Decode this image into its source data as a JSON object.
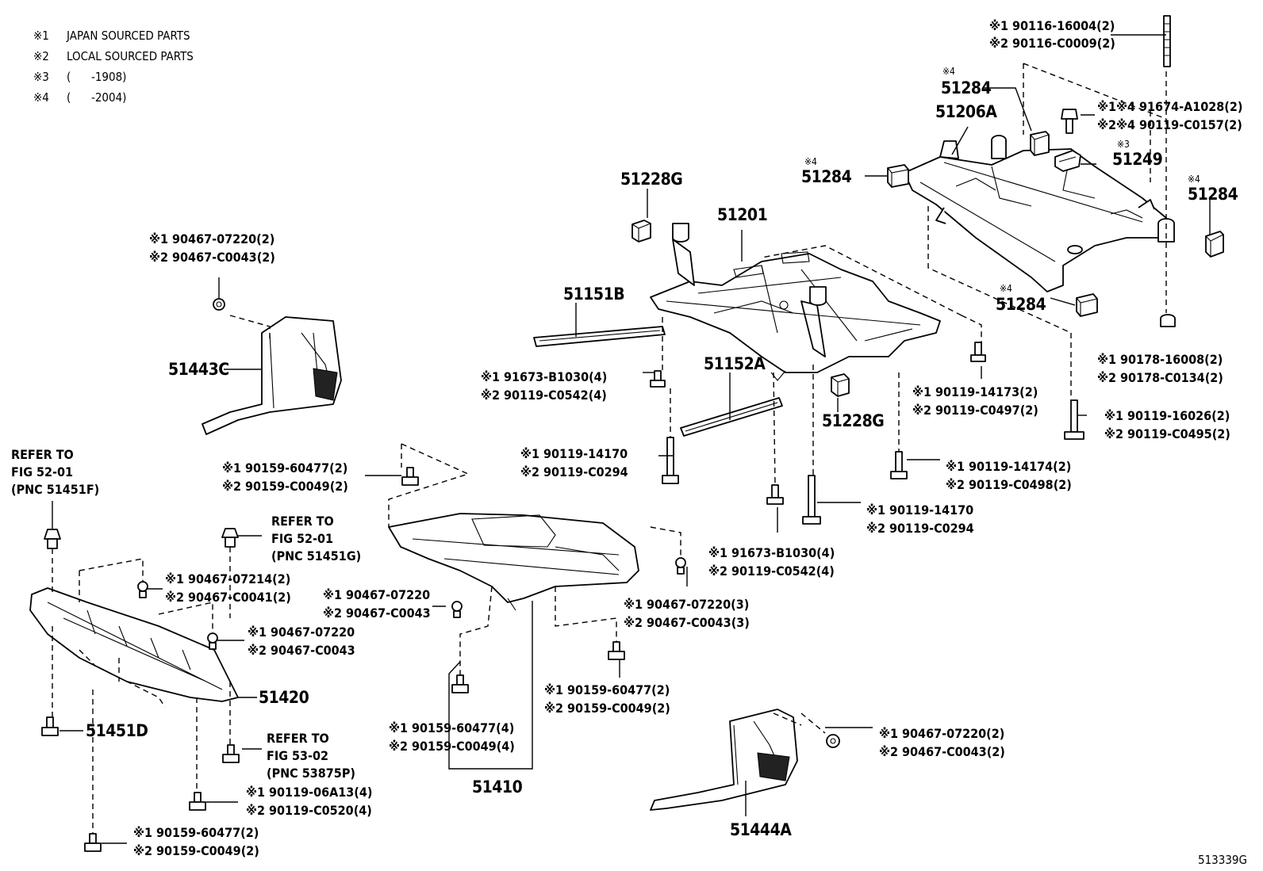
{
  "legend": [
    {
      "mark": "※1",
      "text": "JAPAN SOURCED PARTS"
    },
    {
      "mark": "※2",
      "text": "LOCAL SOURCED PARTS"
    },
    {
      "mark": "※3",
      "text": "(      -1908)"
    },
    {
      "mark": "※4",
      "text": "(      -2004)"
    }
  ],
  "diagram_id": "513339G",
  "pncs": {
    "p51201": "51201",
    "p51206A": "51206A",
    "p51228G_top": "51228G",
    "p51228G_bottom": "51228G",
    "p51151B": "51151B",
    "p51152A": "51152A",
    "p51443C": "51443C",
    "p51444A": "51444A",
    "p51410": "51410",
    "p51420": "51420",
    "p51451D": "51451D",
    "p51249": "51249",
    "p51284_a": "51284",
    "p51284_b": "51284",
    "p51284_c": "51284",
    "p51284_d": "51284"
  },
  "marks": {
    "m4": "※4",
    "m3": "※3"
  },
  "callouts": {
    "c_90116": [
      "※1 90116-16004(2)",
      "※2 90116-C0009(2)"
    ],
    "c_91674": [
      "※1※4 91674-A1028(2)",
      "※2※4 90119-C0157(2)"
    ],
    "c_90178": [
      "※1 90178-16008(2)",
      "※2 90178-C0134(2)"
    ],
    "c_90119_16026": [
      "※1 90119-16026(2)",
      "※2 90119-C0495(2)"
    ],
    "c_90119_14173": [
      "※1 90119-14173(2)",
      "※2 90119-C0497(2)"
    ],
    "c_90119_14174": [
      "※1 90119-14174(2)",
      "※2 90119-C0498(2)"
    ],
    "c_90119_14170_r": [
      "※1 90119-14170",
      "※2 90119-C0294"
    ],
    "c_90119_14170_l": [
      "※1 90119-14170",
      "※2 90119-C0294"
    ],
    "c_91673_a": [
      "※1 91673-B1030(4)",
      "※2 90119-C0542(4)"
    ],
    "c_91673_b": [
      "※1 91673-B1030(4)",
      "※2 90119-C0542(4)"
    ],
    "c_90467_07220_2a": [
      "※1 90467-07220(2)",
      "※2 90467-C0043(2)"
    ],
    "c_90159_60477_2a": [
      "※1 90159-60477(2)",
      "※2 90159-C0049(2)"
    ],
    "c_90467_07214": [
      "※1 90467-07214(2)",
      "※2 90467-C0041(2)"
    ],
    "c_90467_07220_mid": [
      "※1 90467-07220",
      "※2 90467-C0043"
    ],
    "c_90467_07220_left": [
      "※1 90467-07220",
      "※2 90467-C0043"
    ],
    "c_90467_07220_3": [
      "※1 90467-07220(3)",
      "※2 90467-C0043(3)"
    ],
    "c_90159_60477_2b": [
      "※1 90159-60477(2)",
      "※2 90159-C0049(2)"
    ],
    "c_90159_60477_4": [
      "※1 90159-60477(4)",
      "※2 90159-C0049(4)"
    ],
    "c_90119_06A13": [
      "※1 90119-06A13(4)",
      "※2 90119-C0520(4)"
    ],
    "c_90159_60477_2c": [
      "※1 90159-60477(2)",
      "※2 90159-C0049(2)"
    ],
    "c_90467_07220_2b": [
      "※1 90467-07220(2)",
      "※2 90467-C0043(2)"
    ]
  },
  "refs": {
    "r_52_01_f": [
      "REFER TO",
      "FIG 52-01",
      "(PNC 51451F)"
    ],
    "r_52_01_g": [
      "REFER TO",
      "FIG 52-01",
      "(PNC 51451G)"
    ],
    "r_53_02_p": [
      "REFER TO",
      "FIG 53-02",
      "(PNC 53875P)"
    ]
  }
}
